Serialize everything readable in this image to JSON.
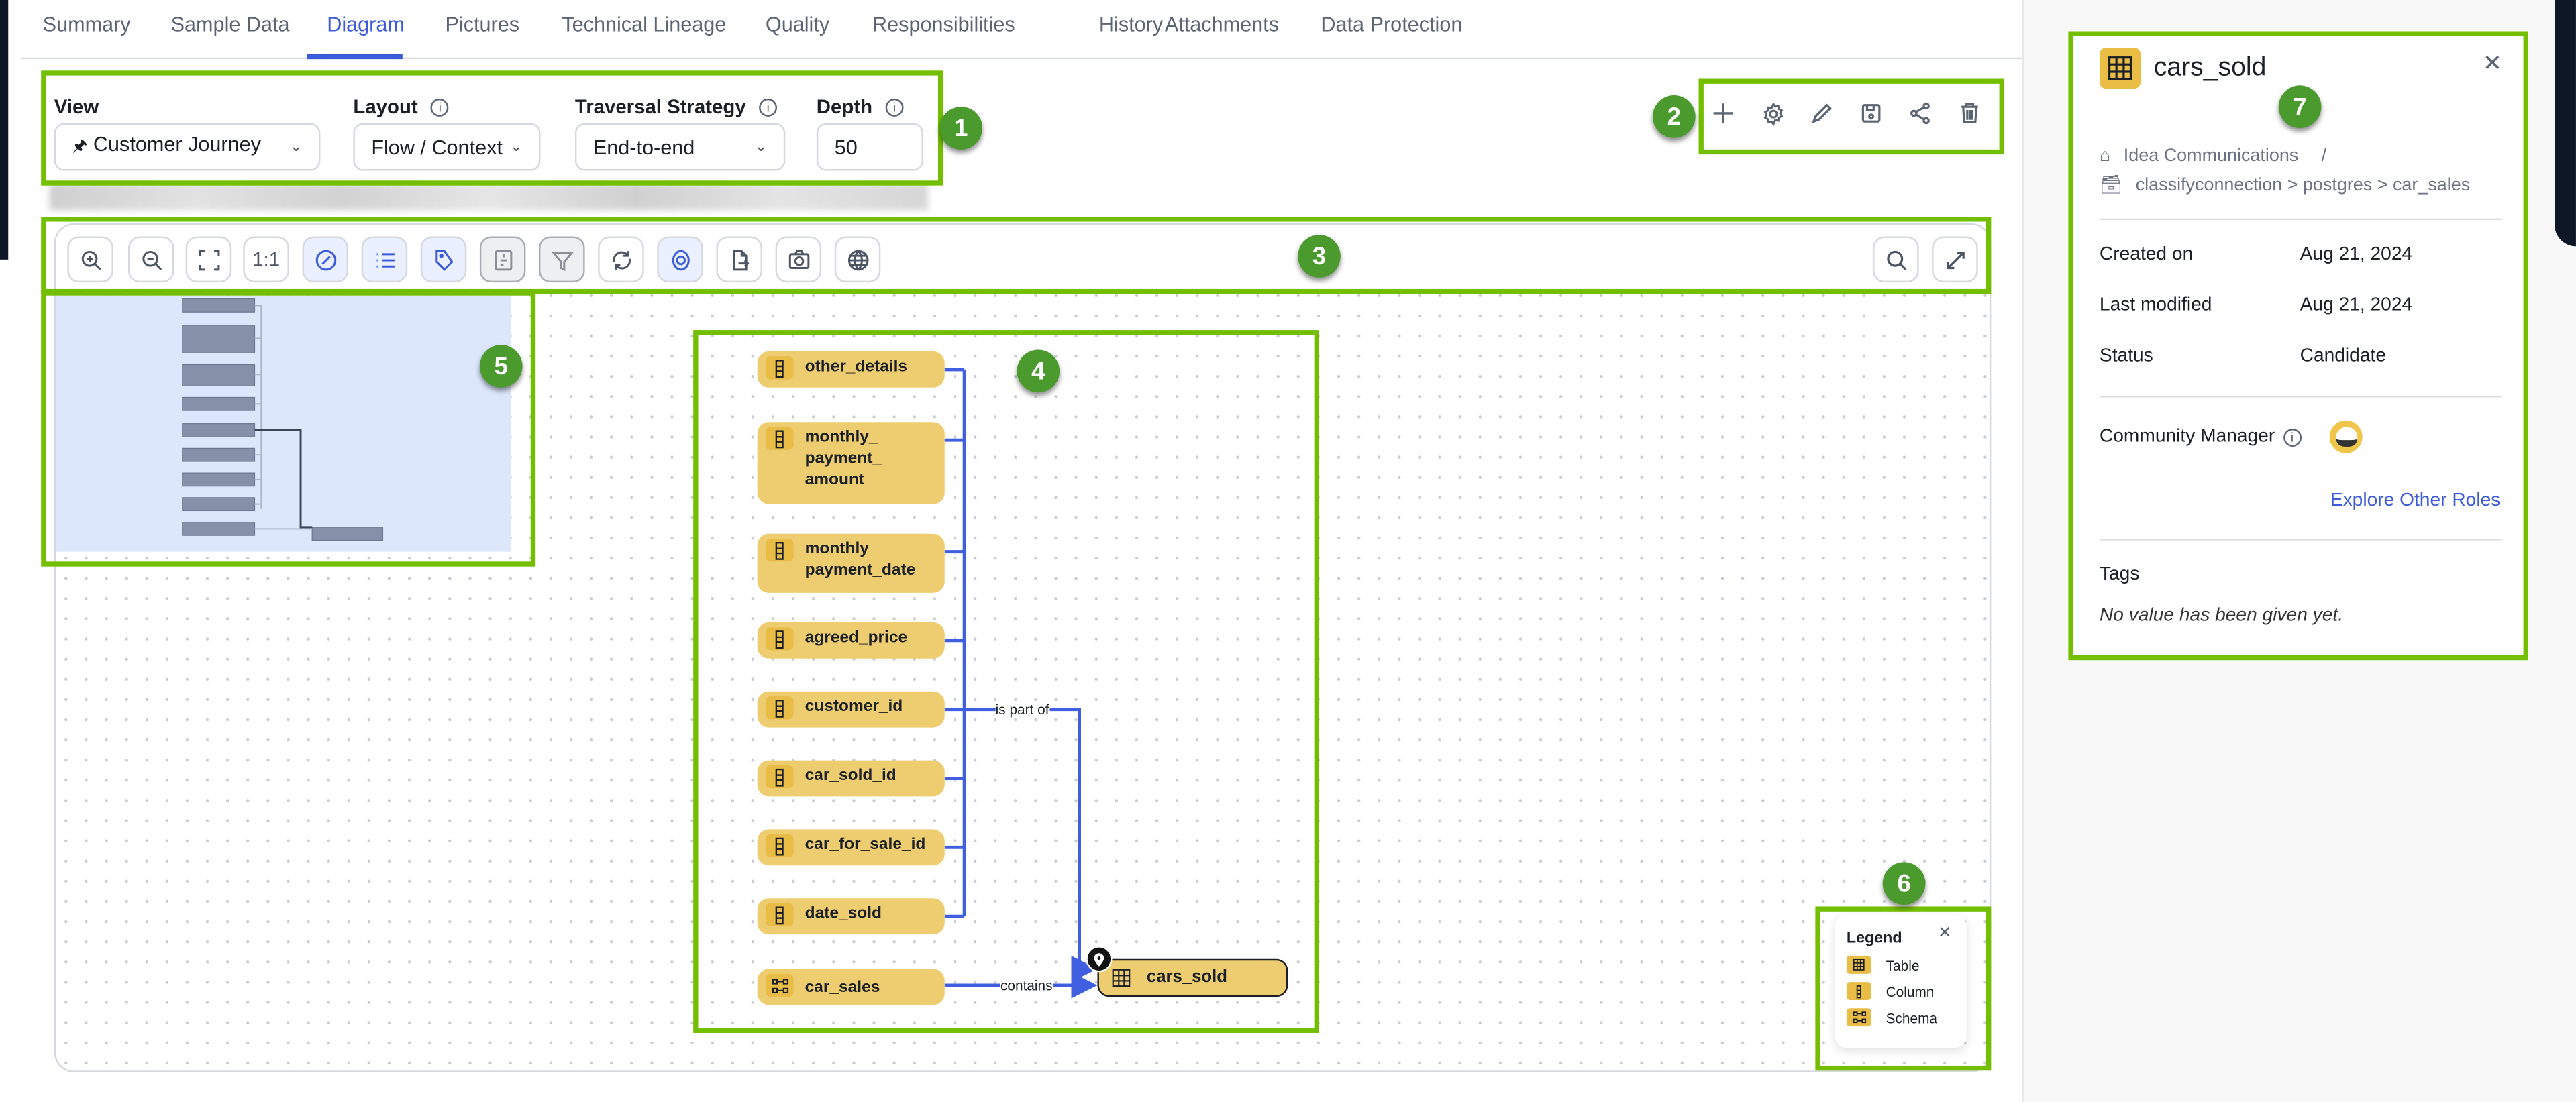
{
  "tabs": [
    {
      "label": "Summary"
    },
    {
      "label": "Sample Data"
    },
    {
      "label": "Diagram",
      "active": true
    },
    {
      "label": "Pictures"
    },
    {
      "label": "Technical Lineage"
    },
    {
      "label": "Quality"
    },
    {
      "label": "Responsibilities"
    },
    {
      "label": "History"
    },
    {
      "label": "Attachments"
    },
    {
      "label": "Data Protection"
    }
  ],
  "controls": {
    "view_label": "View",
    "view_value": "Customer Journey",
    "layout_label": "Layout",
    "layout_value": "Flow / Context",
    "traversal_label": "Traversal Strategy",
    "traversal_value": "End-to-end",
    "depth_label": "Depth",
    "depth_value": "50"
  },
  "actions": [
    "plus-icon",
    "gear-icon",
    "pencil-icon",
    "save-icon",
    "share-icon",
    "trash-icon"
  ],
  "toolbar": [
    "zoom-in-icon",
    "zoom-out-icon",
    "fit-screen-icon",
    "actual-size-icon",
    "compass-icon",
    "list-icon",
    "tag-icon",
    "details-icon",
    "filter-icon",
    "refresh-icon",
    "eye-icon",
    "export-icon",
    "camera-icon",
    "globe-icon"
  ],
  "toolbar_actual_size": "1:1",
  "diagram": {
    "columns": [
      {
        "lines": [
          "other_details"
        ]
      },
      {
        "lines": [
          "monthly_",
          "payment_",
          "amount"
        ]
      },
      {
        "lines": [
          "monthly_",
          "payment_date"
        ]
      },
      {
        "lines": [
          "agreed_price"
        ]
      },
      {
        "lines": [
          "customer_id"
        ]
      },
      {
        "lines": [
          "car_sold_id"
        ]
      },
      {
        "lines": [
          "car_for_sale_id"
        ]
      },
      {
        "lines": [
          "date_sold"
        ]
      }
    ],
    "schema": "car_sales",
    "table": "cars_sold",
    "edge_is_part_of": "is part of",
    "edge_contains": "contains",
    "edge_color": "#3f5fe0",
    "node_color": "#eecd70"
  },
  "legend": {
    "title": "Legend",
    "items": [
      {
        "label": "Table",
        "icon": "table-icon"
      },
      {
        "label": "Column",
        "icon": "column-icon"
      },
      {
        "label": "Schema",
        "icon": "schema-icon"
      }
    ]
  },
  "panel": {
    "title": "cars_sold",
    "community": "Idea Communications",
    "community_sep": "/",
    "path": "classifyconnection > postgres > car_sales",
    "fields": [
      {
        "k": "Created on",
        "v": "Aug 21, 2024"
      },
      {
        "k": "Last modified",
        "v": "Aug 21, 2024"
      },
      {
        "k": "Status",
        "v": "Candidate"
      }
    ],
    "role_label": "Community Manager",
    "explore": "Explore Other Roles",
    "tags_label": "Tags",
    "tags_empty": "No value has been given yet."
  },
  "annotations": [
    "1",
    "2",
    "3",
    "4",
    "5",
    "6",
    "7"
  ],
  "colors": {
    "accent": "#3b5bdb",
    "annotation": "#74be00",
    "badge": "#4a9a2e"
  }
}
